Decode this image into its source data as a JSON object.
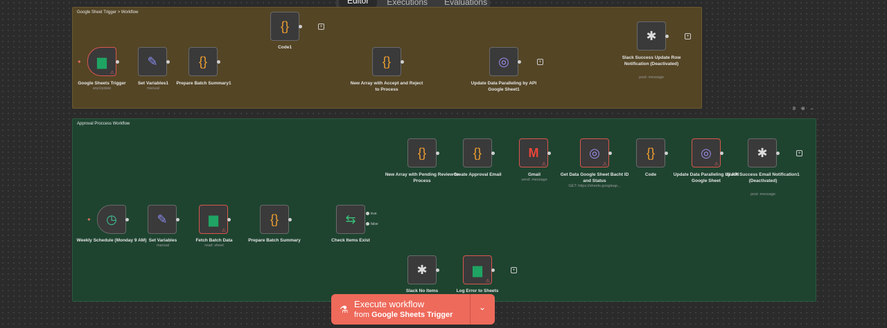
{
  "tabs": {
    "editor": "Editor",
    "executions": "Executions",
    "evaluations": "Evaluations"
  },
  "groups": {
    "trigger": "Google Sheet Trigger > Workflow",
    "approval": "Approval Proccess Workflow"
  },
  "nodes": {
    "gs_trigger": {
      "label": "Google Sheets Trigger",
      "sub": "anyUpdate"
    },
    "set_vars1": {
      "label": "Set Variables1",
      "sub": "manual"
    },
    "prep_batch1": {
      "label": "Prepare Batch Summary1"
    },
    "code1": {
      "label": "Code1"
    },
    "new_array_accept": {
      "label": "New Array with Accept and Reject to Process"
    },
    "update_parallel1": {
      "label": "Update Data Paralleling by API Google Sheet1"
    },
    "slack_success_update": {
      "label": "Slack Success Update Row Notification (Deactivated)",
      "sub": "post: message"
    },
    "weekly_schedule": {
      "label": "Weekly Schedule (Monday 9 AM)"
    },
    "set_vars": {
      "label": "Set Variables",
      "sub": "manual"
    },
    "fetch_batch": {
      "label": "Fetch Batch Data",
      "sub": "read: sheet"
    },
    "prep_batch": {
      "label": "Prepare Batch Summary"
    },
    "check_items": {
      "label": "Check Items Exist",
      "true_label": "true",
      "false_label": "false"
    },
    "new_array_pending": {
      "label": "New Array with Pending Review to Process"
    },
    "create_email": {
      "label": "Create Approval Email"
    },
    "gmail": {
      "label": "Gmail",
      "sub": "send: message"
    },
    "get_data_gs": {
      "label": "Get Data Google Sheet Bacht ID and Status",
      "sub": "GET: https://sheets.googleap..."
    },
    "code": {
      "label": "Code"
    },
    "update_parallel": {
      "label": "Update Data Paralleling by API Google Sheet"
    },
    "slack_success_email": {
      "label": "Slack Success Email Notification1 (Deactivated)",
      "sub": "post: message"
    },
    "slack_no_items": {
      "label": "Slack No Items"
    },
    "log_error": {
      "label": "Log Error to Sheets"
    }
  },
  "execute": {
    "title": "Execute workflow",
    "from_prefix": "from",
    "from_node": "Google Sheets Trigger"
  },
  "zoom_icons": "8 ⊕ –",
  "colors": {
    "accent": "#ee6a5b",
    "trigger_group": "#544525",
    "approval_group": "#1e4430",
    "error": "#d9574e"
  }
}
